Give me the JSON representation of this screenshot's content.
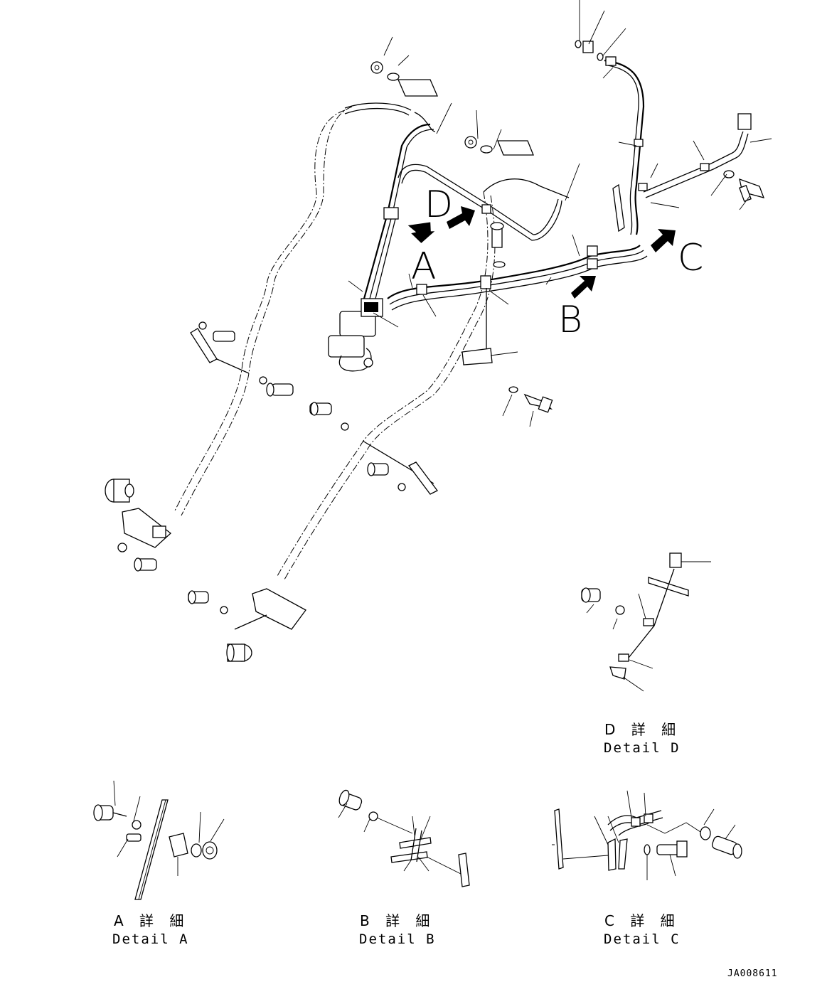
{
  "callouts": {
    "A": "A",
    "B": "B",
    "C": "C",
    "D": "D"
  },
  "details": {
    "A": {
      "jp": "A 詳 細",
      "en": "Detail A"
    },
    "B": {
      "jp": "B 詳 細",
      "en": "Detail B"
    },
    "C": {
      "jp": "C 詳 細",
      "en": "Detail C"
    },
    "D": {
      "jp": "D 詳 細",
      "en": "Detail D"
    }
  },
  "drawing_id": "JA008611"
}
